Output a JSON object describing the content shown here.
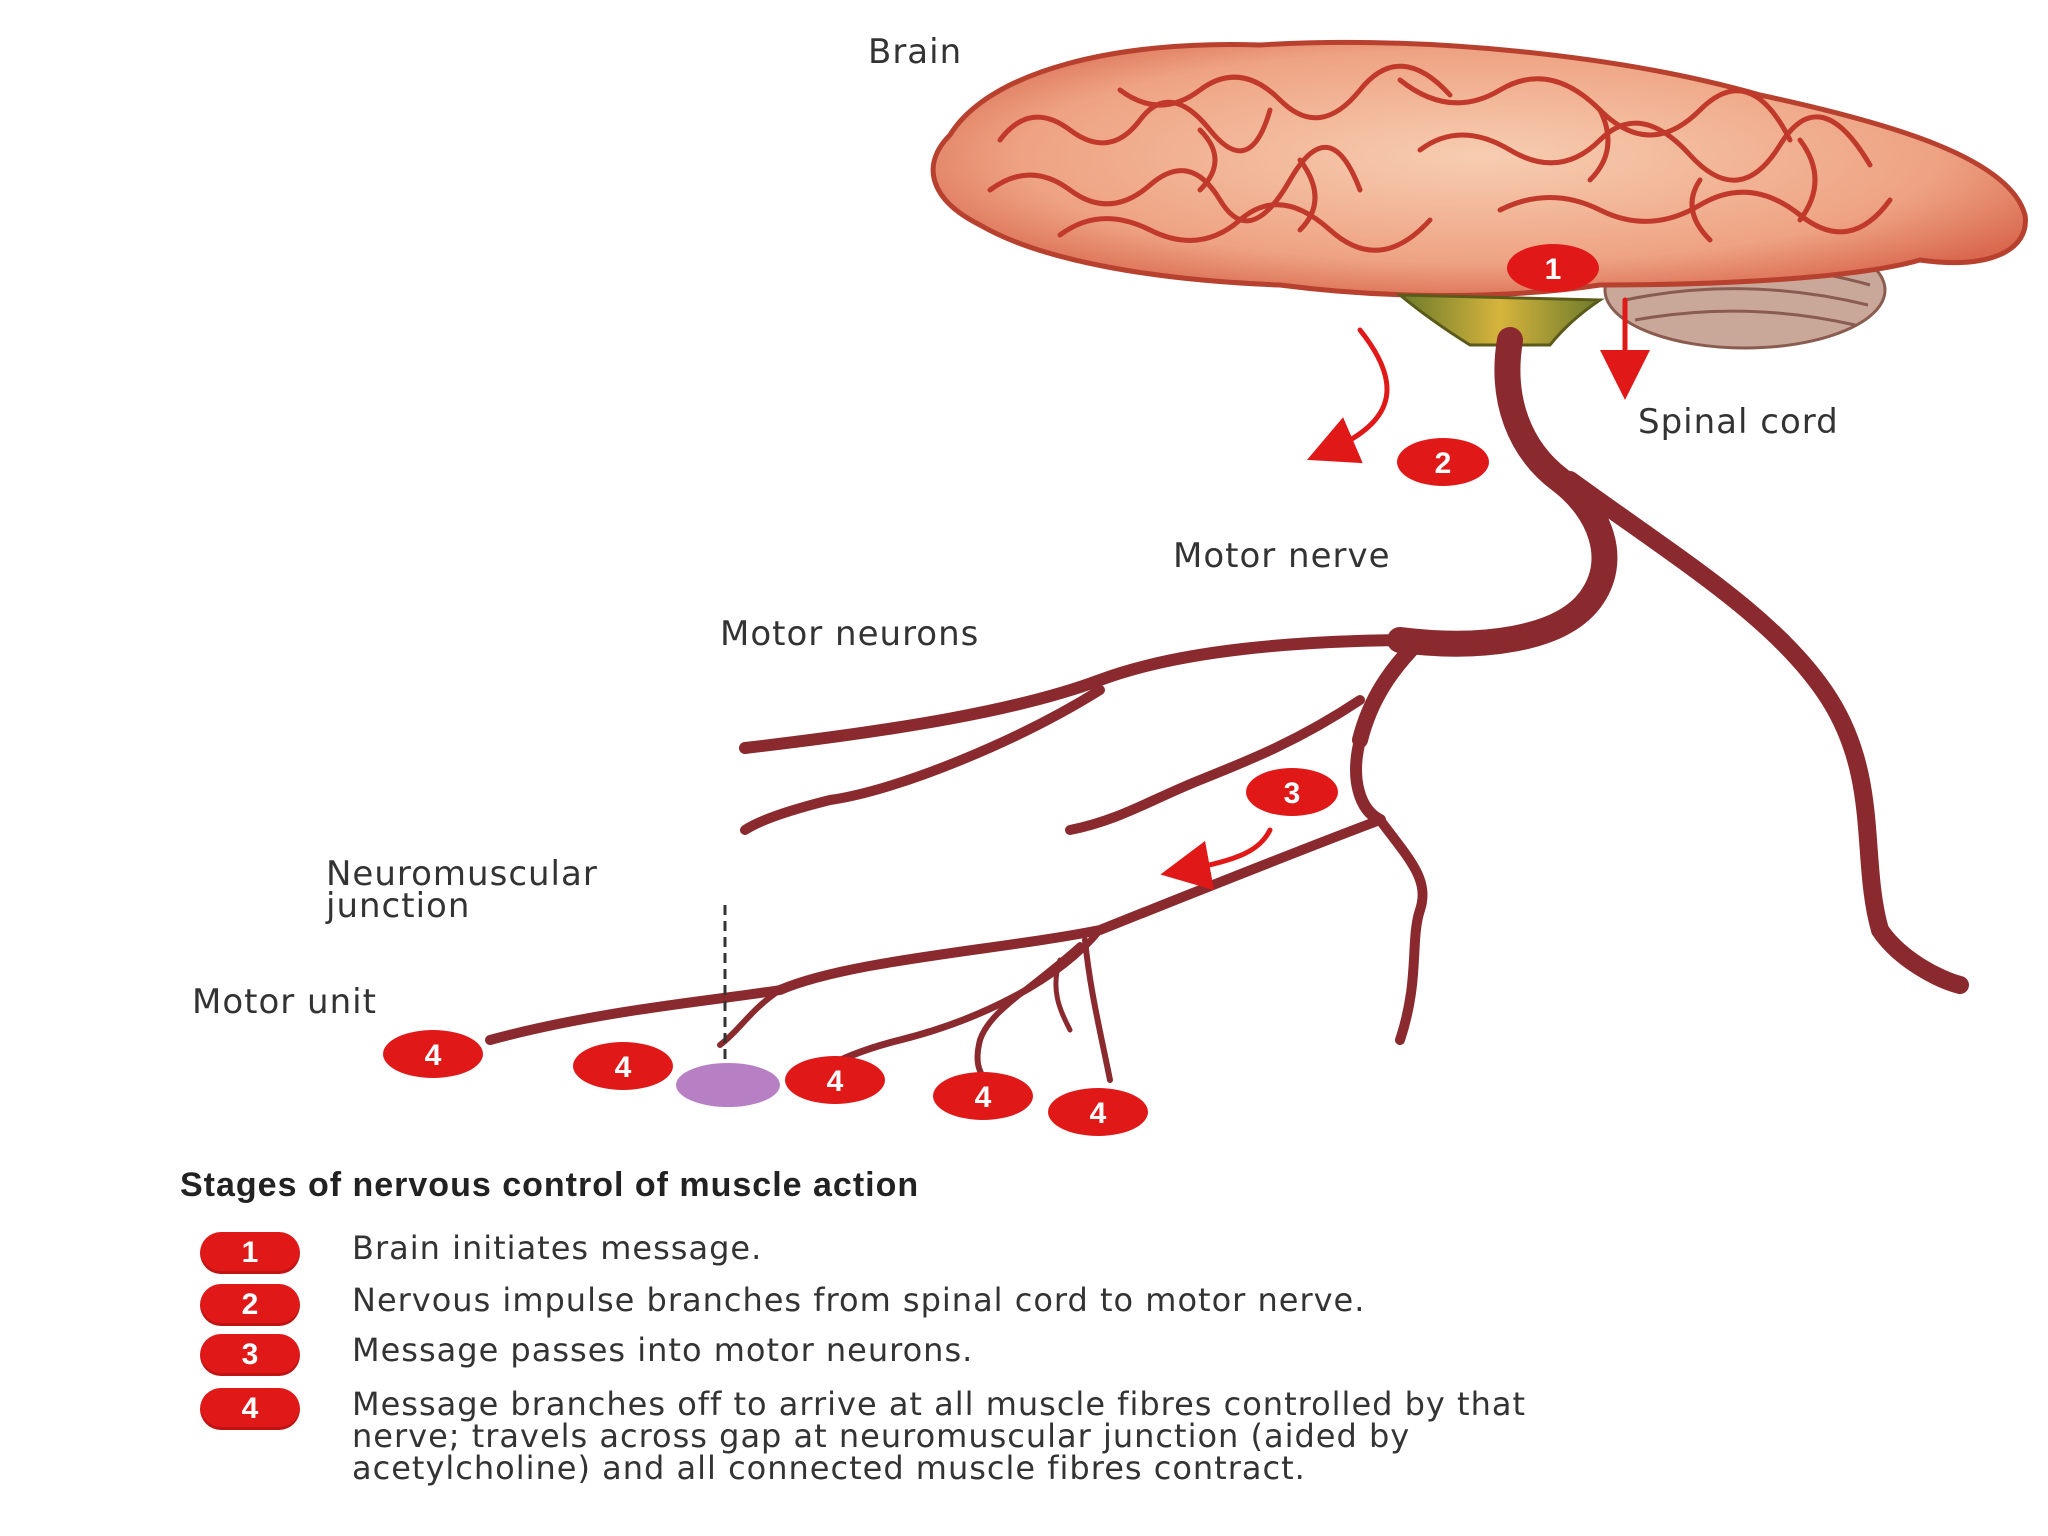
{
  "labels": {
    "brain": "Brain",
    "spinal_cord": "Spinal cord",
    "motor_nerve": "Motor nerve",
    "motor_neurons": "Motor neurons",
    "nmj_line1": "Neuromuscular",
    "nmj_line2": "junction",
    "motor_unit": "Motor unit"
  },
  "badges": {
    "stage1": "1",
    "stage2": "2",
    "stage3": "3",
    "stage4": "4"
  },
  "legend": {
    "title": "Stages of nervous control of muscle action",
    "items": [
      {
        "num": "1",
        "text": "Brain initiates message."
      },
      {
        "num": "2",
        "text": "Nervous impulse branches from spinal cord to motor nerve."
      },
      {
        "num": "3",
        "text": "Message passes into motor neurons."
      },
      {
        "num": "4",
        "text": "Message branches off to arrive at all muscle fibres controlled by that nerve; travels across gap at neuromuscular junction (aided by acetylcholine) and all connected muscle fibres contract."
      }
    ]
  },
  "colors": {
    "badge_red": "#e01818",
    "nerve": "#8a2a2e",
    "brain_fill": "#f0b392",
    "brain_fold": "#c0392b",
    "junction_dot": "#b77fc4"
  }
}
